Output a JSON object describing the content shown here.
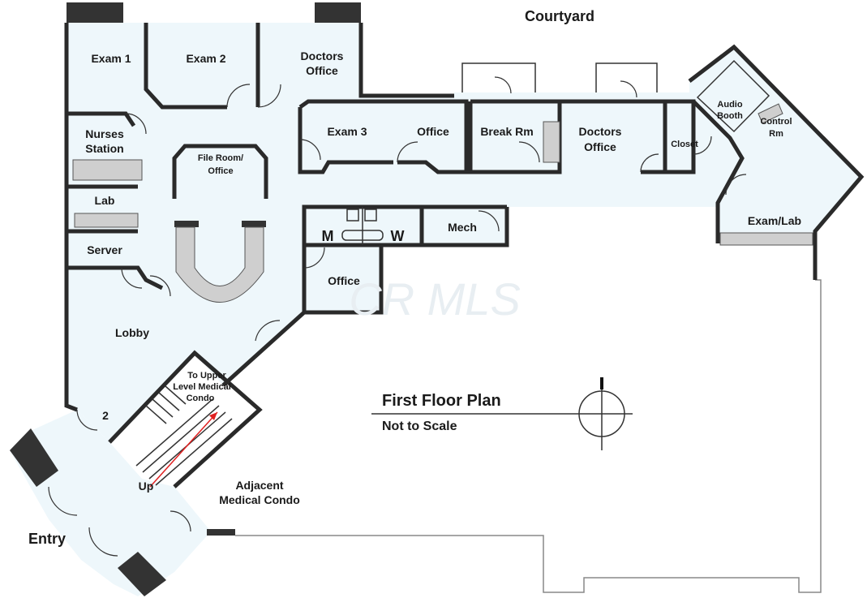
{
  "plan": {
    "title": "First Floor Plan",
    "subtitle": "Not to Scale",
    "watermark": "CR MLS",
    "compass": "north-arrow-icon"
  },
  "rooms": {
    "courtyard": "Courtyard",
    "exam1": "Exam 1",
    "exam2": "Exam 2",
    "doctors_office_1_a": "Doctors",
    "doctors_office_1_b": "Office",
    "nurses_station_a": "Nurses",
    "nurses_station_b": "Station",
    "lab": "Lab",
    "server": "Server",
    "file_room_a": "File Room/",
    "file_room_b": "Office",
    "exam3": "Exam 3",
    "office_1": "Office",
    "break_rm": "Break Rm",
    "doctors_office_2_a": "Doctors",
    "doctors_office_2_b": "Office",
    "closet": "Closet",
    "audio_booth_a": "Audio",
    "audio_booth_b": "Booth",
    "control_rm_a": "Control",
    "control_rm_b": "Rm",
    "exam_lab": "Exam/Lab",
    "restroom_m": "M",
    "restroom_w": "W",
    "mech": "Mech",
    "office_2": "Office",
    "lobby": "Lobby",
    "stairs_a": "To Upper",
    "stairs_b": "Level Medical",
    "stairs_c": "Condo",
    "step_count": "2",
    "up": "Up",
    "adjacent_a": "Adjacent",
    "adjacent_b": "Medical Condo",
    "entry": "Entry"
  },
  "colors": {
    "room_fill": "#eef7fb",
    "wall": "#2a2a2a",
    "stair_arrow": "#e02020"
  }
}
